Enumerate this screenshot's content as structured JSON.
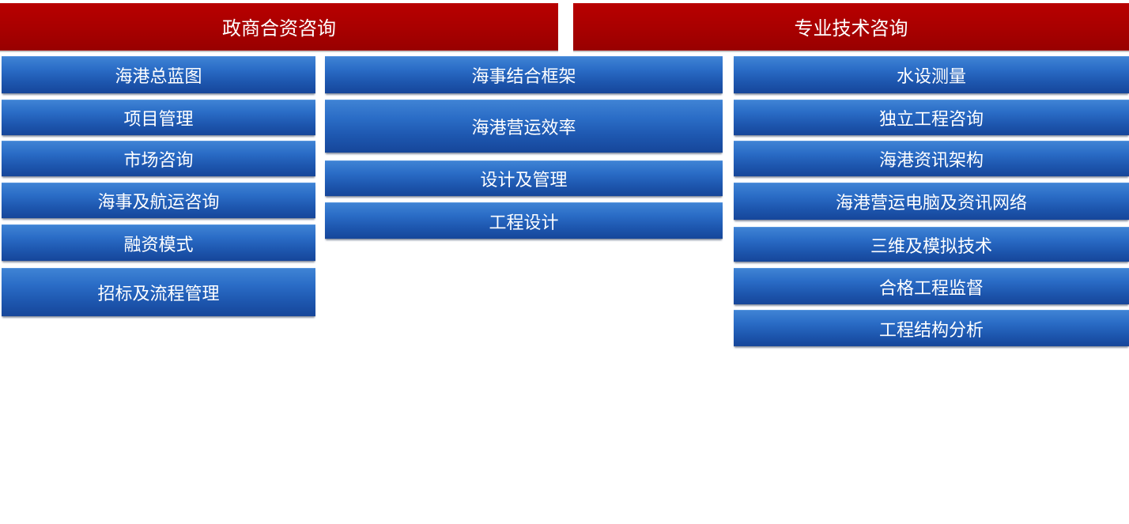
{
  "headers": {
    "left": "政商合资咨询",
    "right": "专业技术咨询"
  },
  "left_items": [
    "海港总蓝图",
    "项目管理",
    "市场咨询",
    "海事及航运咨询",
    "融资模式",
    "招标及流程管理"
  ],
  "middle_items": [
    "海事结合框架",
    "海港营运效率",
    "设计及管理",
    "工程设计"
  ],
  "right_items": [
    "水设测量",
    "独立工程咨询",
    "海港资讯架构",
    "海港营运电脑及资讯网络",
    "三维及模拟技术",
    "合格工程监督",
    "工程结构分析"
  ],
  "colors": {
    "header_red": "#a80000",
    "button_blue": "#2a6cc6"
  }
}
